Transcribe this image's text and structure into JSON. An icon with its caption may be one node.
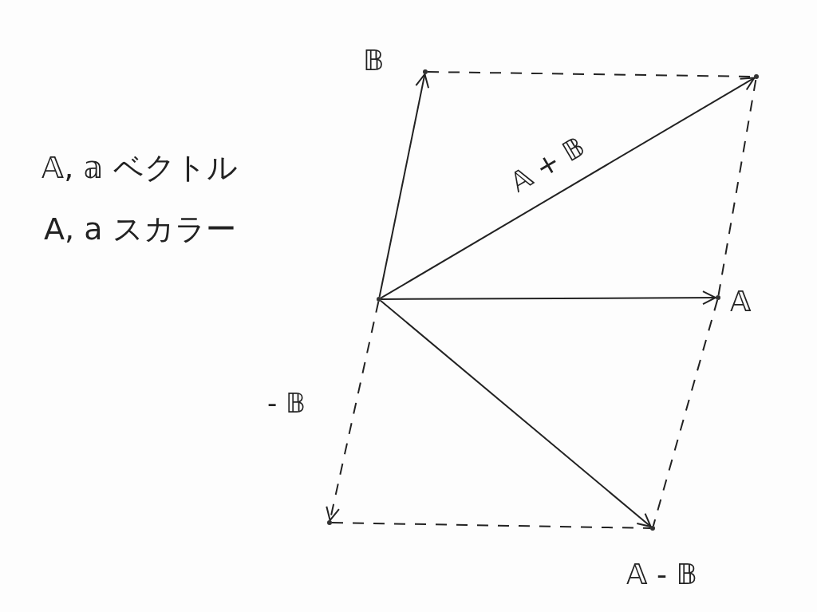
{
  "diagram": {
    "nodes": [
      {
        "text": [],
        "shape": "point"
      },
      {
        "text": [],
        "shape": "point",
        "beside": [
          "𝔹"
        ]
      },
      {
        "text": [],
        "shape": "point"
      },
      {
        "text": [],
        "shape": "point",
        "beside": [
          "𝔸"
        ]
      },
      {
        "text": [],
        "shape": "point"
      },
      {
        "text": [],
        "shape": "point",
        "beside": [
          "𝔸 - 𝔹"
        ]
      }
    ],
    "edges": [
      {
        "from": 0,
        "to": 1,
        "arrow": "to"
      },
      {
        "from": 0,
        "to": 2,
        "arrow": "to",
        "label": "𝔸 + 𝔹"
      },
      {
        "from": 0,
        "to": 3,
        "arrow": "to"
      },
      {
        "from": 0,
        "to": 5,
        "arrow": "to"
      },
      {
        "from": 0,
        "to": 4,
        "arrow": "to",
        "style": "dashed",
        "label": "- 𝔹"
      },
      {
        "from": 1,
        "to": 2,
        "arrow": "none",
        "style": "dashed"
      },
      {
        "from": 3,
        "to": 2,
        "arrow": "none",
        "style": "dashed"
      },
      {
        "from": 3,
        "to": 5,
        "arrow": "none",
        "style": "dashed"
      },
      {
        "from": 4,
        "to": 5,
        "arrow": "none",
        "style": "dashed"
      }
    ],
    "labels": [
      "𝔸, 𝕒 ベクトル",
      "A, a スカラー"
    ]
  }
}
